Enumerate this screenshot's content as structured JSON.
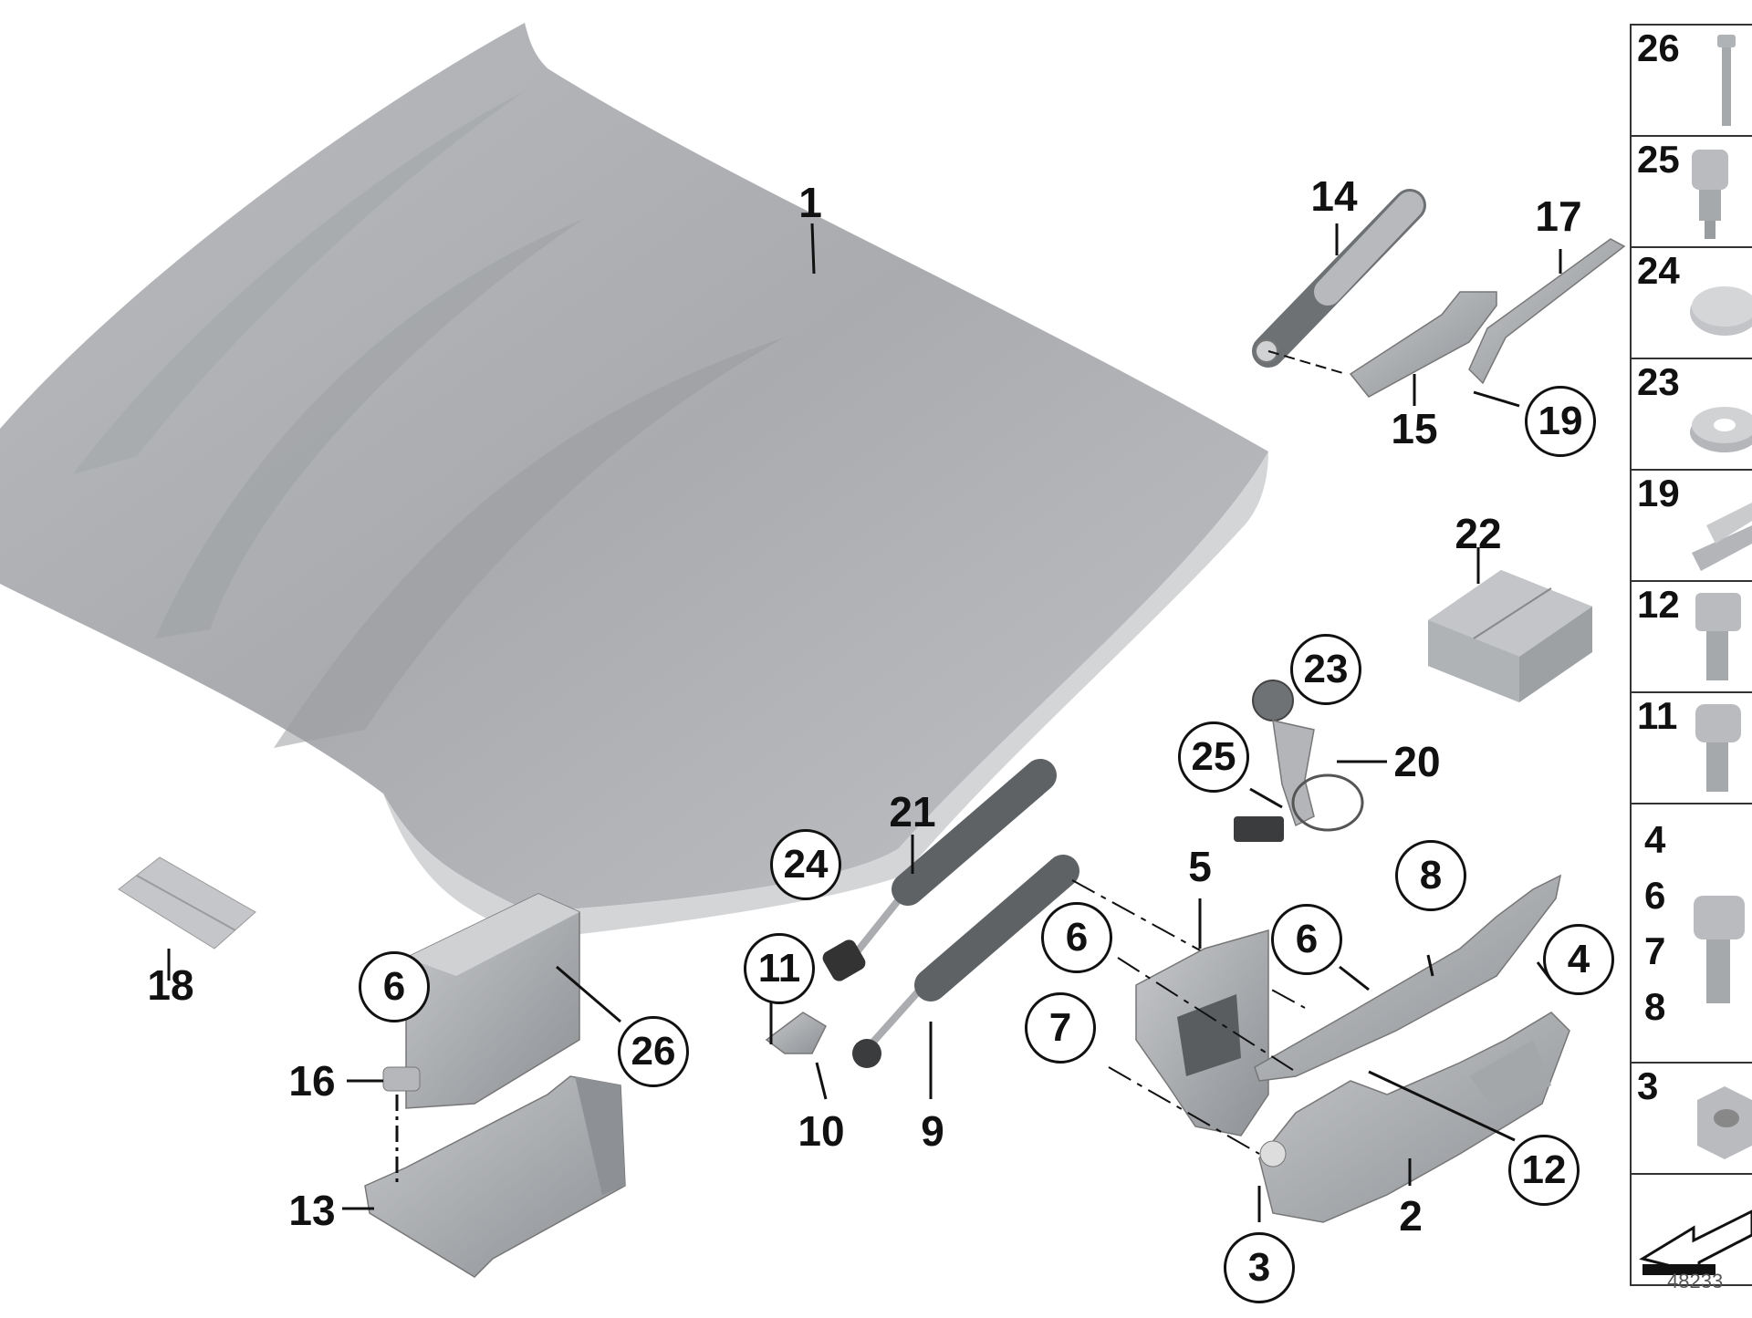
{
  "diagram": {
    "labels": {
      "l1": "1",
      "l2": "2",
      "l4": "4",
      "l5": "5",
      "l8": "8",
      "l9": "9",
      "l10": "10",
      "l12": "12",
      "l13": "13",
      "l14": "14",
      "l15": "15",
      "l16": "16",
      "l17": "17",
      "l18": "18",
      "l20": "20",
      "l21": "21",
      "l22": "22",
      "c3": "3",
      "c6a": "6",
      "c6b": "6",
      "c6c": "6",
      "c7": "7",
      "c11": "11",
      "c19": "19",
      "c23": "23",
      "c24": "24",
      "c25": "25",
      "c26": "26"
    },
    "sidebar": {
      "s26": "26",
      "s25": "25",
      "s24": "24",
      "s23": "23",
      "s19": "19",
      "s12": "12",
      "s11": "11",
      "s_multi": [
        "4",
        "6",
        "7",
        "8"
      ],
      "s3": "3"
    },
    "document_number": "48233"
  },
  "colors": {
    "part_gray": "#b8babd",
    "part_dark": "#8f9296",
    "line": "#111111",
    "hood_light": "#c9cbcd"
  }
}
